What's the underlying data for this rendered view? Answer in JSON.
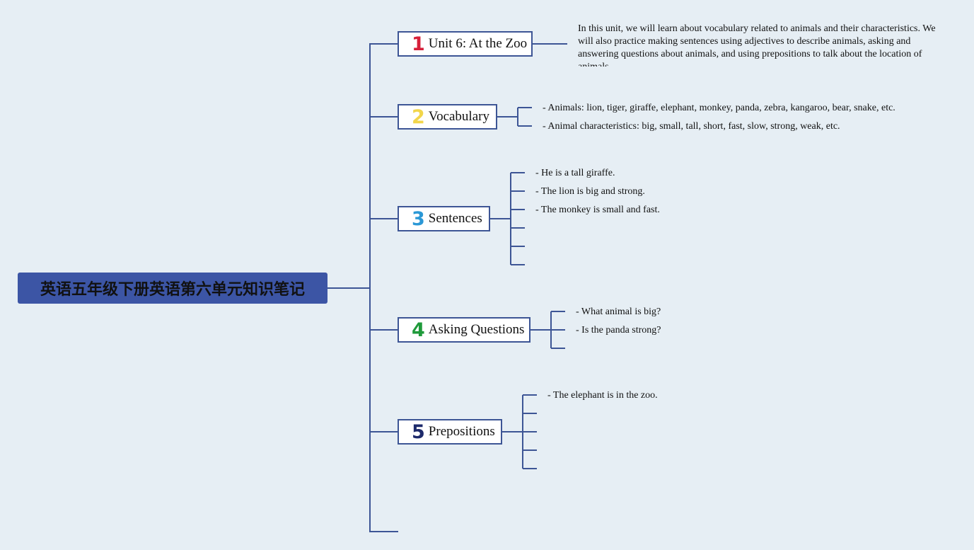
{
  "root": {
    "title": "英语五年级下册英语第六单元知识笔记"
  },
  "branches": [
    {
      "num": "1",
      "num_color": "#d6203a",
      "label": "Unit 6: At the Zoo"
    },
    {
      "num": "2",
      "num_color": "#f2d64b",
      "label": "Vocabulary"
    },
    {
      "num": "3",
      "num_color": "#2b98d6",
      "label": "Sentences"
    },
    {
      "num": "4",
      "num_color": "#1f9a3a",
      "label": "Asking Questions"
    },
    {
      "num": "5",
      "num_color": "#1d2a6b",
      "label": "Prepositions"
    }
  ],
  "intro_text": "In this unit, we will learn about vocabulary related to animals and their characteristics. We will also practice making sentences using adjectives to describe animals, asking and answering questions about animals, and using prepositions to talk about the location of animals.",
  "vocabulary": [
    "- Animals: lion, tiger, giraffe, elephant, monkey, panda, zebra, kangaroo, bear, snake, etc.",
    "- Animal characteristics: big, small, tall, short, fast, slow, strong, weak, etc."
  ],
  "sentences": [
    "- He is a tall giraffe.",
    "- The lion is big and strong.",
    "- The monkey is small and fast."
  ],
  "questions": [
    "- What animal is big?",
    "- Is the panda strong?"
  ],
  "prepositions": [
    "- The elephant is in the zoo."
  ],
  "colors": {
    "line": "#3d5595",
    "root_bg": "#3c55a5",
    "background": "#e6eef4"
  }
}
